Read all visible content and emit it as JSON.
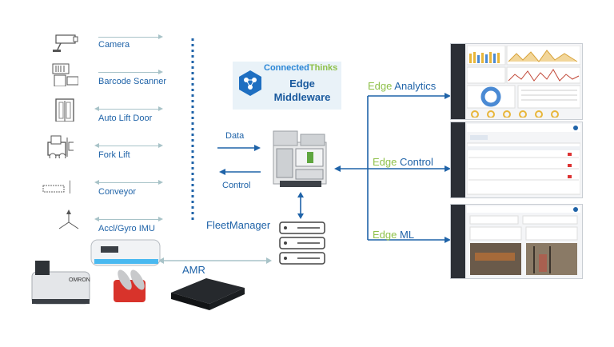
{
  "devices": [
    {
      "label": "Camera",
      "icon": "security-camera-icon"
    },
    {
      "label": "Barcode Scanner",
      "icon": "barcode-scanner-icon"
    },
    {
      "label": "Auto Lift Door",
      "icon": "lift-door-icon"
    },
    {
      "label": "Fork Lift",
      "icon": "forklift-icon"
    },
    {
      "label": "Conveyor",
      "icon": "conveyor-robot-icon"
    },
    {
      "label": "Accl/Gyro IMU",
      "icon": "imu-axes-icon"
    }
  ],
  "middleware": {
    "brand_part1": "Connected",
    "brand_part2": "Thinks",
    "title": "Edge Middleware"
  },
  "flows": {
    "data": "Data",
    "control": "Control",
    "fleet_manager": "FleetManager",
    "amr": "AMR"
  },
  "outputs": [
    {
      "prefix": "Edge",
      "name": " Analytics"
    },
    {
      "prefix": "Edge",
      "name": " Control"
    },
    {
      "prefix": "Edge",
      "name": " ML"
    }
  ],
  "robot_badge": "OMRON",
  "colors": {
    "primary_blue": "#1f63a8",
    "accent_green": "#8fc14a",
    "arrow_grey": "#a8c3c8",
    "dotted_line": "#1f63a8"
  }
}
